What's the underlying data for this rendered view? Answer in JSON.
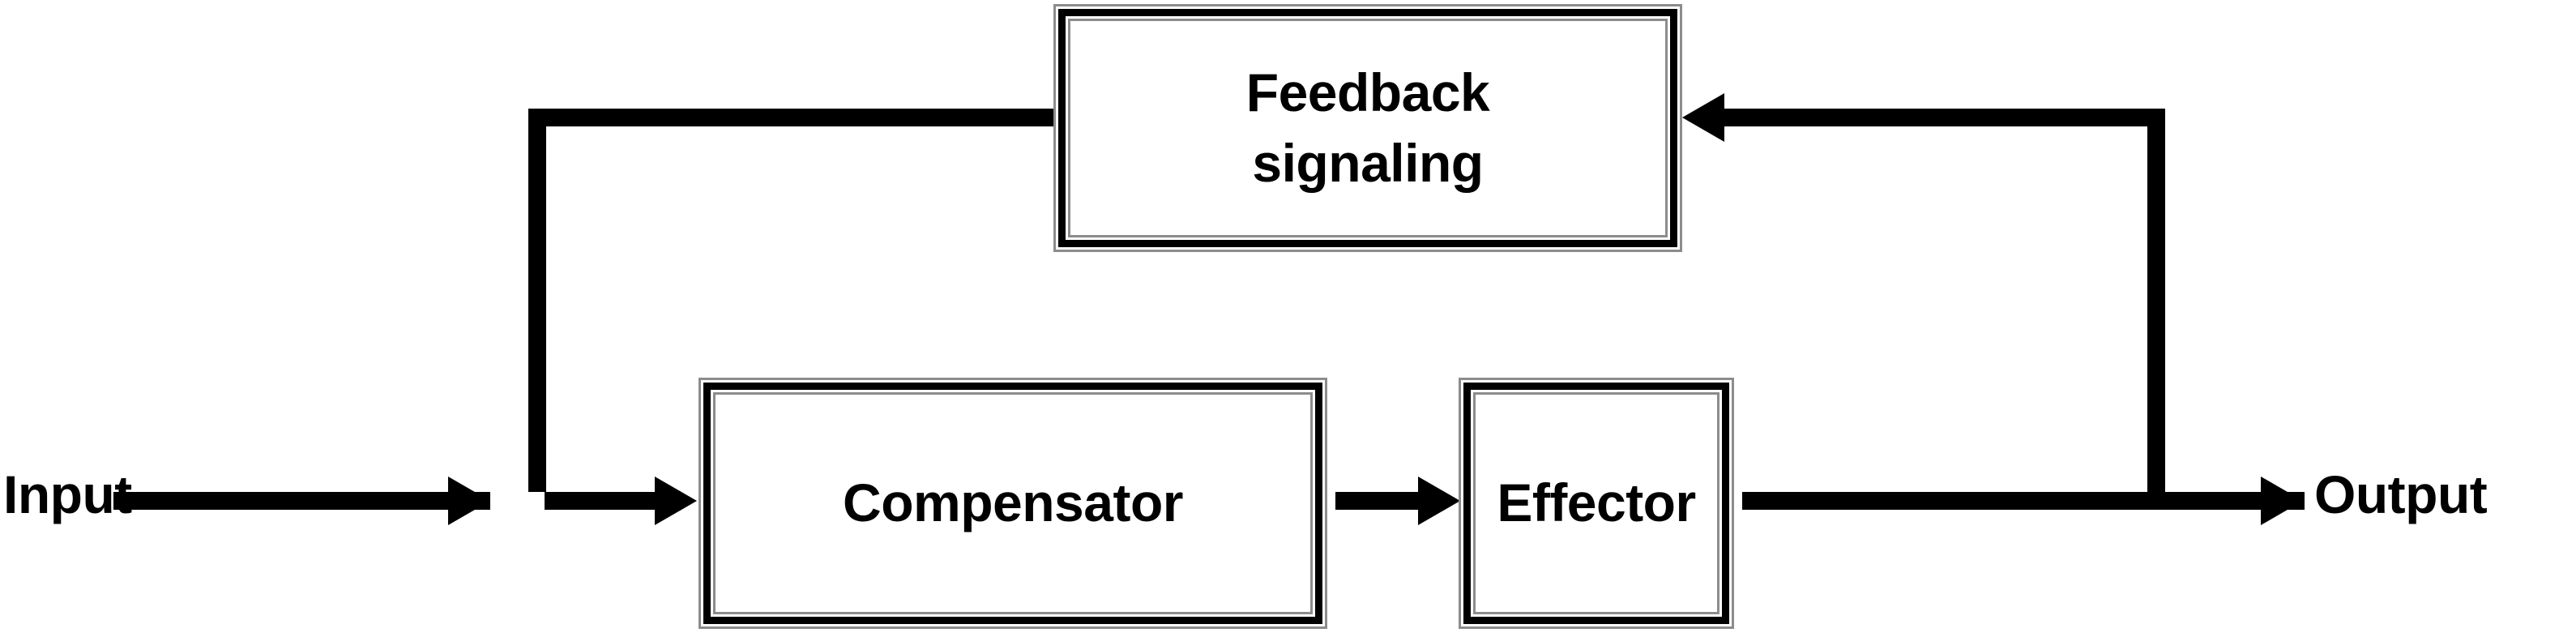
{
  "diagram": {
    "title": "Feedback control loop block diagram",
    "background_color": "#ffffff",
    "line_color": "#000000",
    "box_border_color": "#000000",
    "box_border_accent_color": "#8c8c8c",
    "box_fill_color": "#ffffff"
  },
  "blocks": {
    "feedback": {
      "label": "Feedback\nsignaling"
    },
    "compensator": {
      "label": "Compensator"
    },
    "effector": {
      "label": "Effector"
    }
  },
  "endpoints": {
    "input": {
      "label": "Input"
    },
    "output": {
      "label": "Output"
    }
  },
  "connections": [
    {
      "from": "input",
      "to": "summing-junction",
      "style": "arrow-right"
    },
    {
      "from": "summing-junction",
      "to": "compensator",
      "style": "arrow-right"
    },
    {
      "from": "compensator",
      "to": "effector",
      "style": "arrow-right"
    },
    {
      "from": "effector",
      "to": "output",
      "style": "arrow-right"
    },
    {
      "from": "effector",
      "to": "feedback",
      "style": "arrow-left"
    },
    {
      "from": "feedback",
      "to": "summing-junction",
      "style": "line"
    }
  ]
}
